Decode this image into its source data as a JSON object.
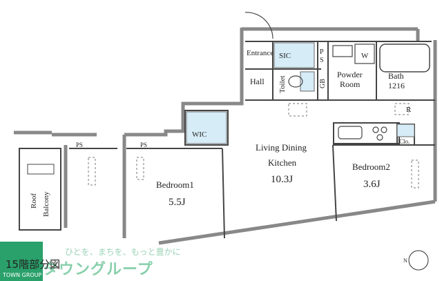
{
  "plan": {
    "labels": {
      "entrance": "Entrance",
      "sic": "SIC",
      "ps_top": "P\nS",
      "hall": "Hall",
      "toilet": "Toilet",
      "gb": "GB",
      "powder_room_1": "Powder",
      "powder_room_2": "Room",
      "w": "W",
      "bath": "Bath",
      "bath_size": "1216",
      "r": "R",
      "wic": "WIC",
      "living_1": "Living Dining",
      "living_2": "Kitchen",
      "living_size": "10.3J",
      "clo": "Clo.",
      "bedroom1": "Bedroom1",
      "bedroom1_size": "5.5J",
      "bedroom2": "Bedroom2",
      "bedroom2_size": "3.6J",
      "ps_left": "PS",
      "ps_mid": "PS",
      "roof_balcony_1": "Roof",
      "roof_balcony_2": "Balcony",
      "north": "N"
    },
    "floor_label": "15階部分図",
    "watermark_slogan": "ひとを、まちを、もっと豊かに",
    "watermark_brand": "タウングループ",
    "brand_tag": "TOWN GROUP"
  }
}
